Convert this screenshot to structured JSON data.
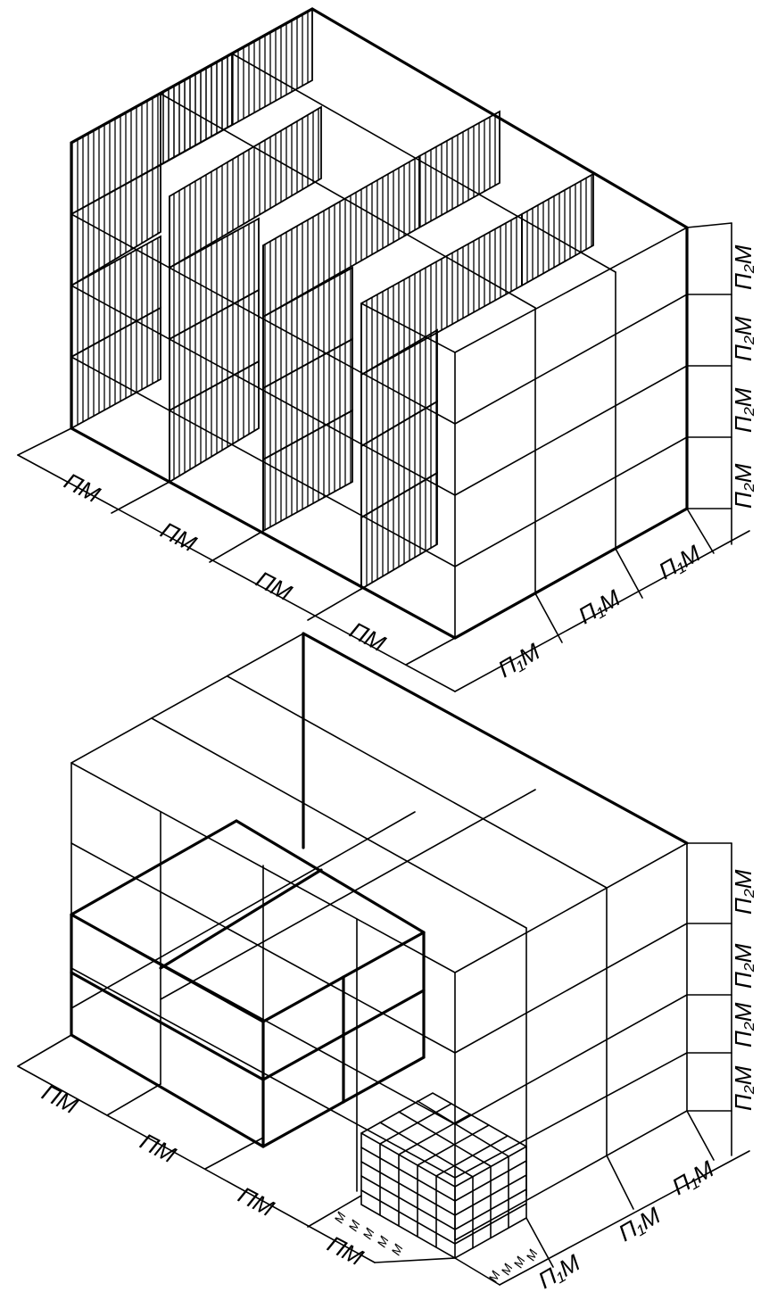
{
  "top": {
    "left_labels": [
      "ПМ",
      "ПМ",
      "ПМ",
      "ПМ"
    ],
    "right_labels": [
      "П₁М",
      "П₁М",
      "П₁М"
    ],
    "vertical_labels": [
      "П₂М",
      "П₂М",
      "П₂М",
      "П₂М"
    ]
  },
  "bottom": {
    "left_labels": [
      "ПМ",
      "ПМ",
      "ПМ",
      "ПМ"
    ],
    "right_labels": [
      "П₁М",
      "П₁М",
      "П₁М"
    ],
    "vertical_labels": [
      "П₂М",
      "П₂М",
      "П₂М",
      "П₂М"
    ],
    "module_labels_left": [
      "М",
      "М",
      "М",
      "М",
      "М"
    ],
    "module_labels_right": [
      "М",
      "М",
      "М",
      "М"
    ]
  }
}
